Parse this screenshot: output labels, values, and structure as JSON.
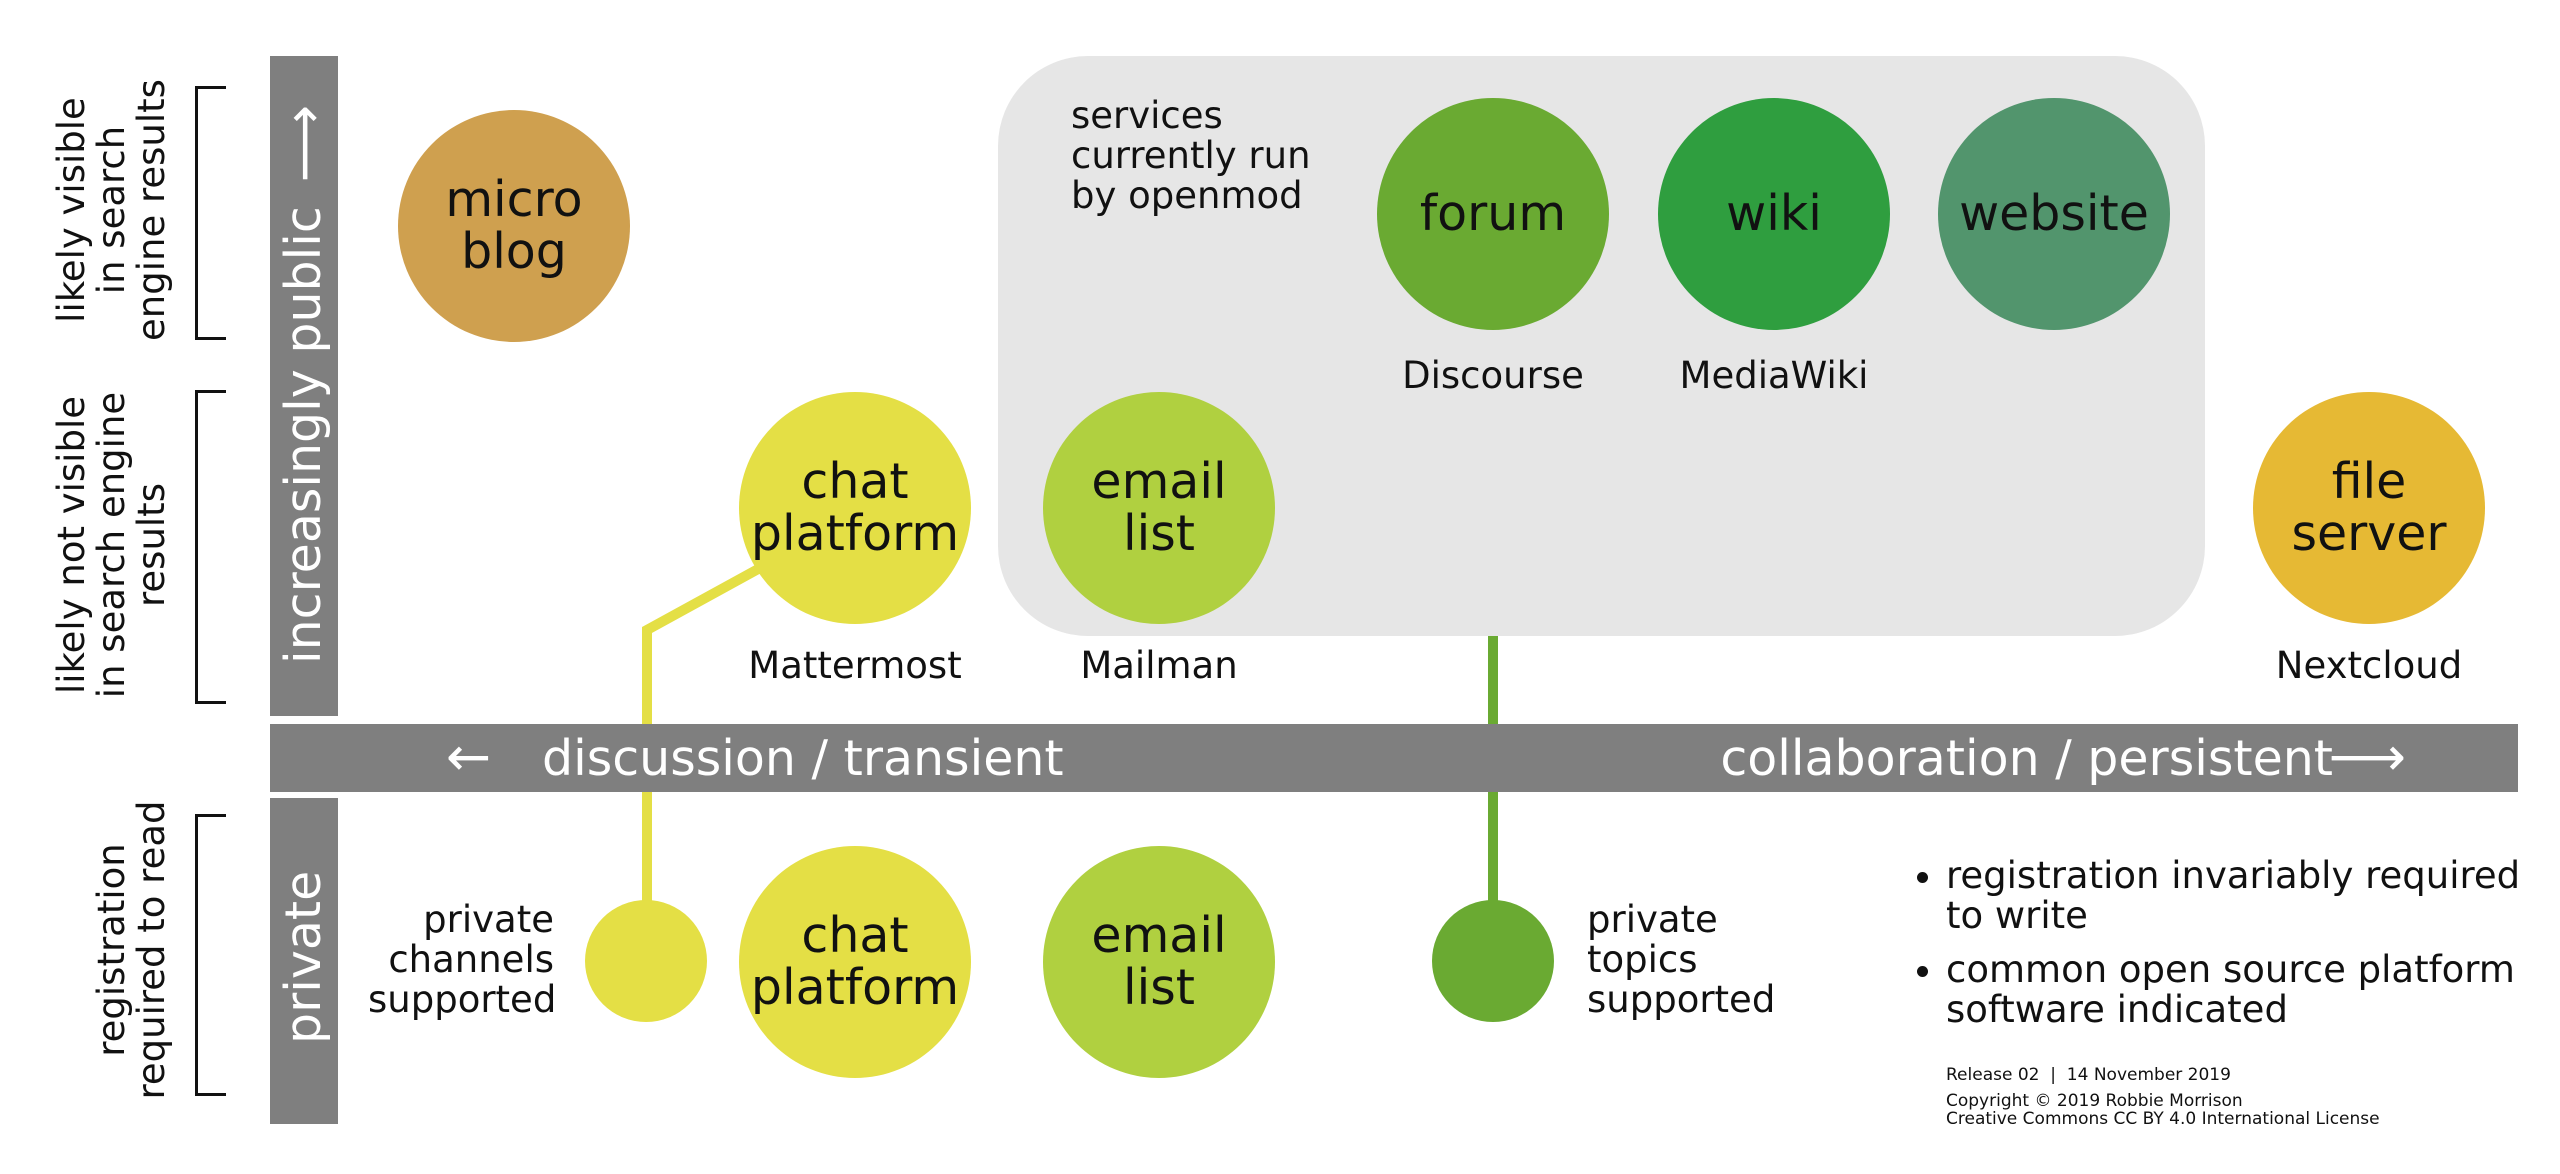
{
  "axes": {
    "horizontal": {
      "left_label": "discussion / transient",
      "right_label": "collaboration / persistent",
      "left_arrow": "←",
      "right_arrow": "⟶"
    },
    "vertical_public": {
      "label": "increasingly public",
      "arrow": "⟶"
    },
    "vertical_private": {
      "label": "private"
    }
  },
  "side_labels": {
    "search_visible": "likely visible in search engine results",
    "search_not_visible": "likely not visible in search engine results",
    "registration_read": "registration required to read"
  },
  "openmod_box": {
    "label": "services currently run by openmod"
  },
  "nodes": {
    "microblog": {
      "label": [
        "micro",
        "blog"
      ],
      "color": "#cfa04f"
    },
    "forum": {
      "label": [
        "forum"
      ],
      "platform": "Discourse",
      "color": "#6aaa32"
    },
    "wiki": {
      "label": [
        "wiki"
      ],
      "platform": "MediaWiki",
      "color": "#2f9e3f"
    },
    "website": {
      "label": [
        "website"
      ],
      "color": "#52956d"
    },
    "chat_public": {
      "label": [
        "chat",
        "platform"
      ],
      "platform": "Mattermost",
      "color": "#e4df45"
    },
    "email_public": {
      "label": [
        "email",
        "list"
      ],
      "platform": "Mailman",
      "color": "#b0d040"
    },
    "file_server": {
      "label": [
        "file",
        "server"
      ],
      "platform": "Nextcloud",
      "color": "#e6b934"
    },
    "chat_private": {
      "label": [
        "chat",
        "platform"
      ],
      "color": "#e4df45"
    },
    "email_private": {
      "label": [
        "email",
        "list"
      ],
      "color": "#b0d040"
    }
  },
  "private_features": {
    "channels": "private channels supported",
    "topics": "private topics supported"
  },
  "notes": [
    "registration invariably required to write",
    "common open source platform software indicated"
  ],
  "footer": {
    "release": "Release 02  |  14 November 2019",
    "copyright": "Copyright © 2019 Robbie Morrison",
    "license": "Creative Commons CC BY 4.0 International License"
  }
}
